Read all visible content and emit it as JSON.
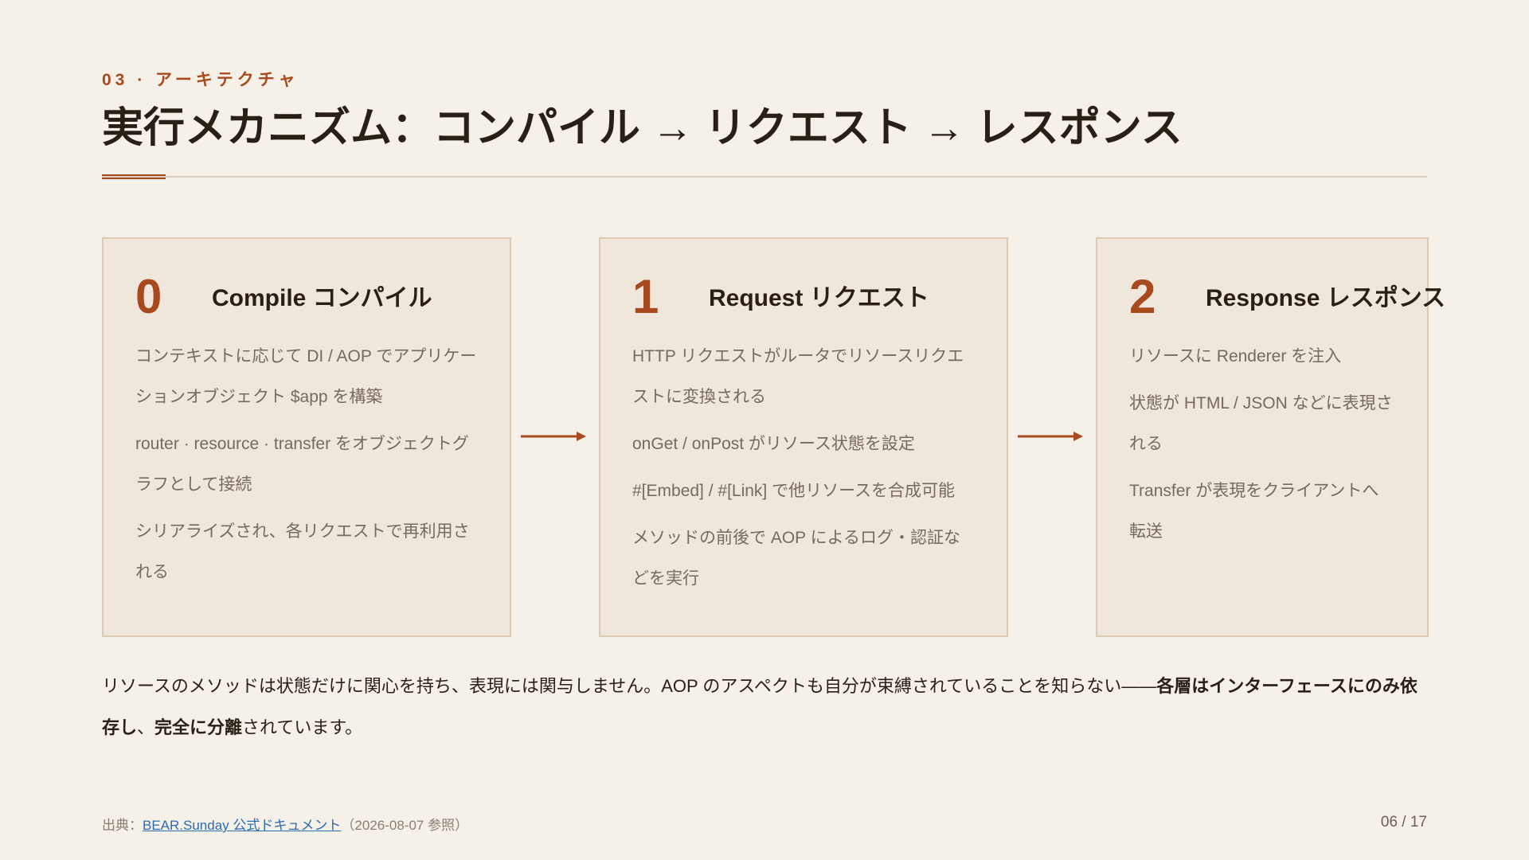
{
  "header": {
    "eyebrow": "03 · アーキテクチャ",
    "title": "実行メカニズム：コンパイル → リクエスト → レスポンス"
  },
  "steps": [
    {
      "number": "0",
      "title": "Compile コンパイル",
      "items": [
        "コンテキストに応じて DI / AOP でアプリケーションオブジェクト $app を構築",
        "router · resource · transfer をオブジェクトグラフとして接続",
        "シリアライズされ、各リクエストで再利用される"
      ]
    },
    {
      "number": "1",
      "title": "Request リクエスト",
      "items": [
        "HTTP リクエストがルータでリソースリクエストに変換される",
        "onGet / onPost がリソース状態を設定",
        "#[Embed] / #[Link] で他リソースを合成可能",
        "メソッドの前後で AOP によるログ・認証などを実行"
      ]
    },
    {
      "number": "2",
      "title": "Response レスポンス",
      "items": [
        "リソースに Renderer を注入",
        "状態が HTML / JSON などに表現される",
        "Transfer が表現をクライアントへ転送"
      ]
    }
  ],
  "summary": {
    "text_1": "リソースのメソッドは状態だけに関心を持ち、表現には関与しません。AOP のアスペクトも自分が束縛されていることを知らない――",
    "bold_1": "各層はインターフェースにのみ依存し",
    "text_2": "、",
    "bold_2": "完全に分離",
    "text_3": "されています。"
  },
  "footer": {
    "source_prefix": "出典：",
    "source_link": "BEAR.Sunday 公式ドキュメント",
    "source_suffix": "（2026-08-07 参照）",
    "page": "06 / 17"
  },
  "colors": {
    "accent": "#a84a1e",
    "background": "#f5f0e8",
    "card": "#f0e7dc",
    "link": "#2b6cb0"
  }
}
